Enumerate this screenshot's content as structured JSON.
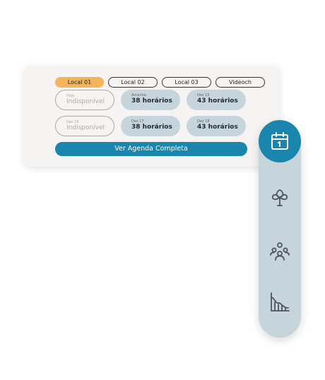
{
  "tabs": [
    {
      "label": "Local 01",
      "active": true
    },
    {
      "label": "Local 02",
      "active": false
    },
    {
      "label": "Local 03",
      "active": false
    },
    {
      "label": "Videoch",
      "active": false
    }
  ],
  "slots": [
    {
      "date": "Hoje",
      "value": "Indisponível",
      "available": false
    },
    {
      "date": "Amanhã",
      "value": "38 horários",
      "available": true
    },
    {
      "date": "Dez 15",
      "value": "43 horários",
      "available": true
    },
    {
      "date": "Dez 16",
      "value": "Indisponível",
      "available": false
    },
    {
      "date": "Dez 17",
      "value": "38 horários",
      "available": true
    },
    {
      "date": "Dez 18",
      "value": "43 horários",
      "available": true
    }
  ],
  "cta_label": "Ver Agenda Completa",
  "rail": [
    {
      "icon": "calendar-icon",
      "active": true
    },
    {
      "icon": "clover-icon",
      "active": false
    },
    {
      "icon": "people-icon",
      "active": false
    },
    {
      "icon": "chart-icon",
      "active": false
    }
  ],
  "colors": {
    "accent": "#1a86ad",
    "active_tab": "#f4b45a",
    "slot_bg": "#c6d4dc",
    "card_bg": "#f5f4f2"
  }
}
